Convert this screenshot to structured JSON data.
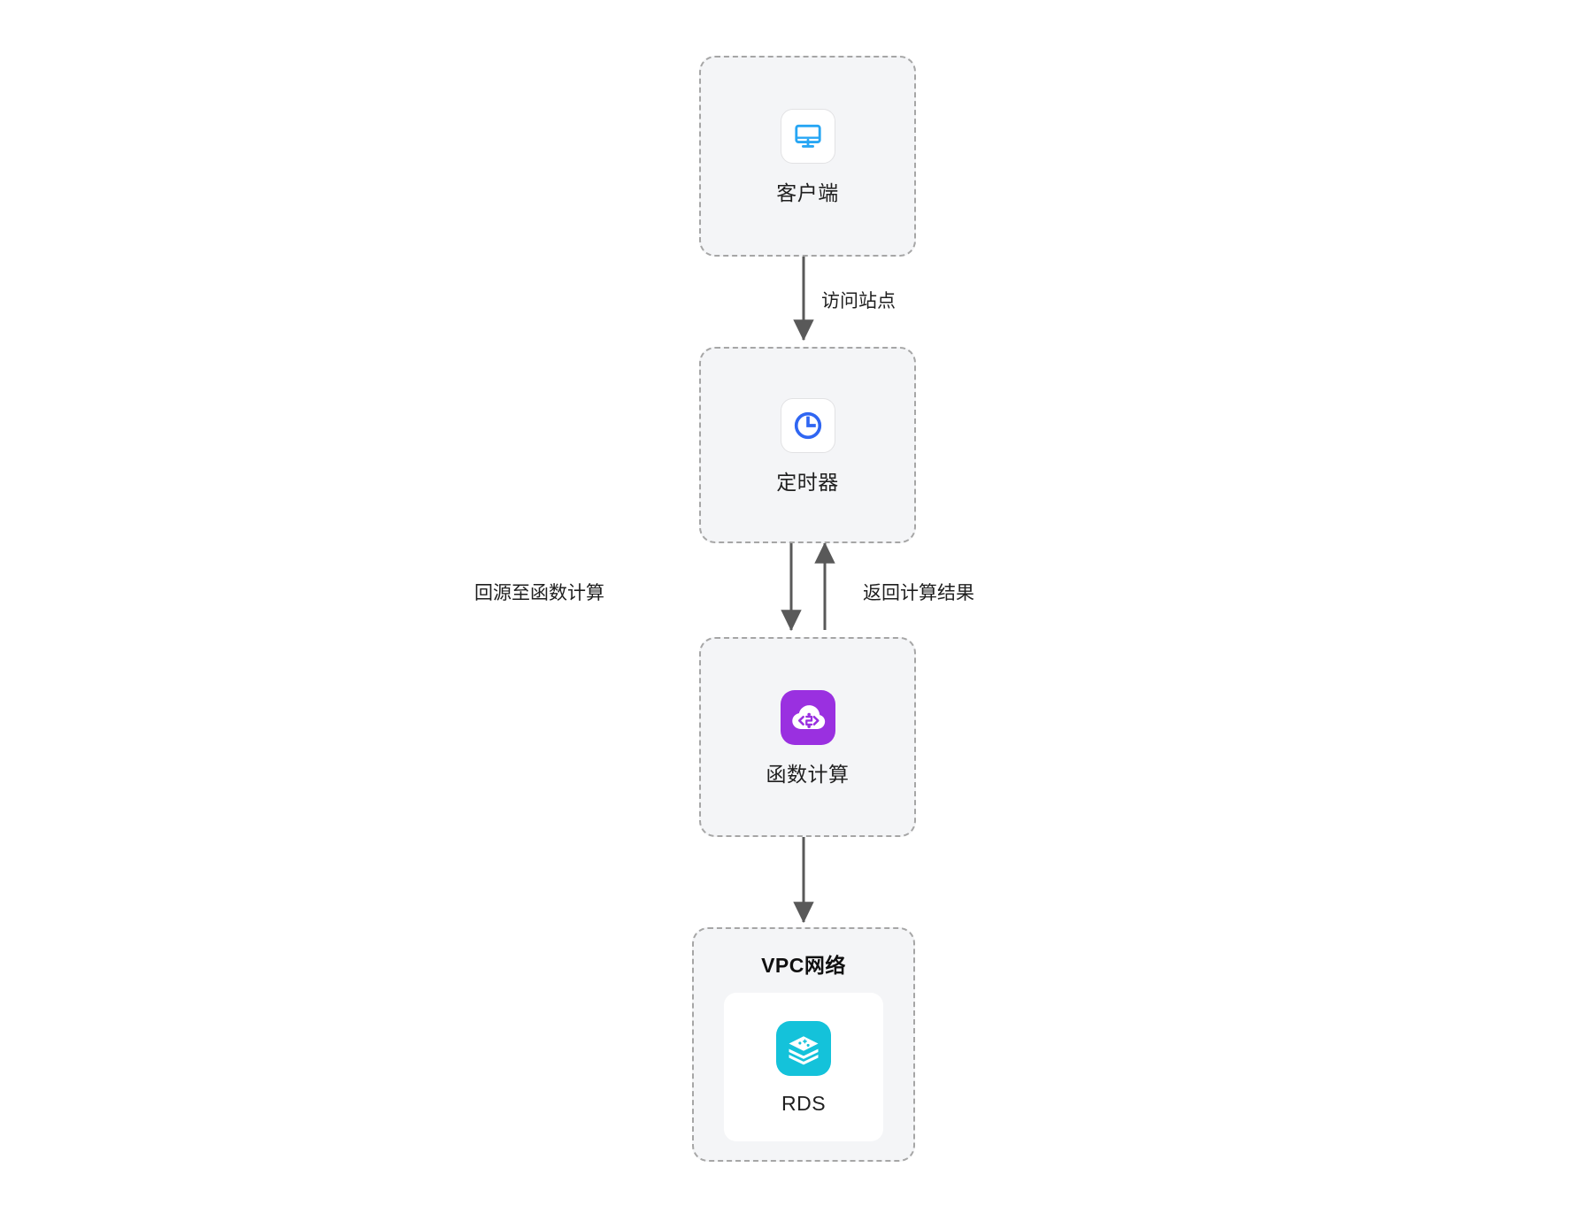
{
  "diagram": {
    "type": "flow-architecture",
    "orientation": "vertical",
    "background": "#ffffff",
    "colors": {
      "box_fill": "#f4f5f7",
      "box_border": "#a6a6a6",
      "edge": "#595959",
      "client_icon": "#27a6f4",
      "timer_icon": "#2f66f2",
      "fc_icon_bg": "#9a30e0",
      "rds_icon_bg": "#14c2da",
      "text": "#1f1f1f"
    },
    "nodes": [
      {
        "id": "client",
        "label": "客户端",
        "icon": "monitor-icon",
        "icon_style": "white-chip"
      },
      {
        "id": "timer",
        "label": "定时器",
        "icon": "clock-icon",
        "icon_style": "white-chip"
      },
      {
        "id": "fc",
        "label": "函数计算",
        "icon": "function-compute-cloud-icon",
        "icon_style": "purple-tile"
      }
    ],
    "group": {
      "id": "vpc",
      "title": "VPC网络",
      "child": {
        "id": "rds",
        "label": "RDS",
        "icon": "rds-stack-icon",
        "icon_style": "cyan-tile"
      }
    },
    "edges": [
      {
        "id": "client-to-timer",
        "from": "client",
        "to": "timer",
        "label": "访问站点",
        "direction": "down"
      },
      {
        "id": "timer-to-fc",
        "from": "timer",
        "to": "fc",
        "label": "回源至函数计算",
        "direction": "down"
      },
      {
        "id": "fc-to-timer",
        "from": "fc",
        "to": "timer",
        "label": "返回计算结果",
        "direction": "up"
      },
      {
        "id": "fc-to-vpc",
        "from": "fc",
        "to": "vpc",
        "label": "",
        "direction": "down"
      }
    ]
  }
}
